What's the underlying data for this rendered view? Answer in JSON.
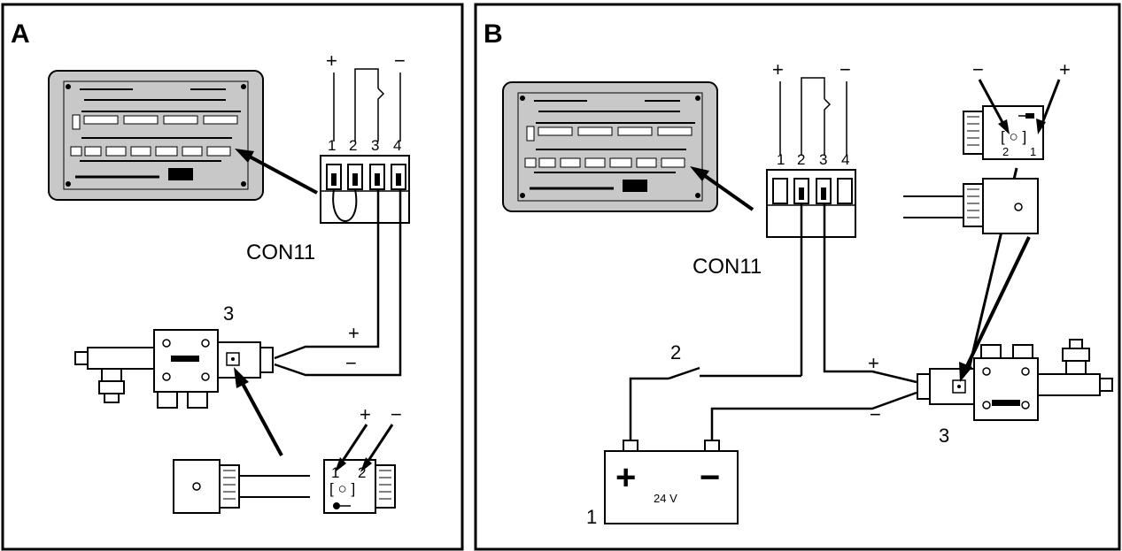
{
  "panel_a": {
    "letter": "A",
    "connector": {
      "label": "CON11",
      "pins": [
        "1",
        "2",
        "3",
        "4"
      ],
      "plus_sign": "+",
      "minus_sign": "−"
    },
    "valve": {
      "number": "3",
      "wire_plus": "+",
      "wire_minus": "−"
    },
    "plug_detail": {
      "plus_sign": "+",
      "minus_sign": "−",
      "pin_left": "1",
      "pin_right": "2",
      "face_symbol": "[ ○ ]"
    }
  },
  "panel_b": {
    "letter": "B",
    "connector": {
      "label": "CON11",
      "pins": [
        "1",
        "2",
        "3",
        "4"
      ],
      "plus_sign": "+",
      "minus_sign": "−"
    },
    "switch_number": "2",
    "battery": {
      "number": "1",
      "plus_sign": "+",
      "minus_sign": "−",
      "voltage": "24 V"
    },
    "valve": {
      "number": "3",
      "wire_plus": "+",
      "wire_minus": "−"
    },
    "plug_detail": {
      "minus_sign": "−",
      "plus_sign": "+",
      "pin_left": "2",
      "pin_right": "1",
      "face_symbol": "[ ○ ]"
    }
  },
  "colors": {
    "line": "#000000",
    "board_fill": "#c8c8c8",
    "background": "#ffffff"
  }
}
